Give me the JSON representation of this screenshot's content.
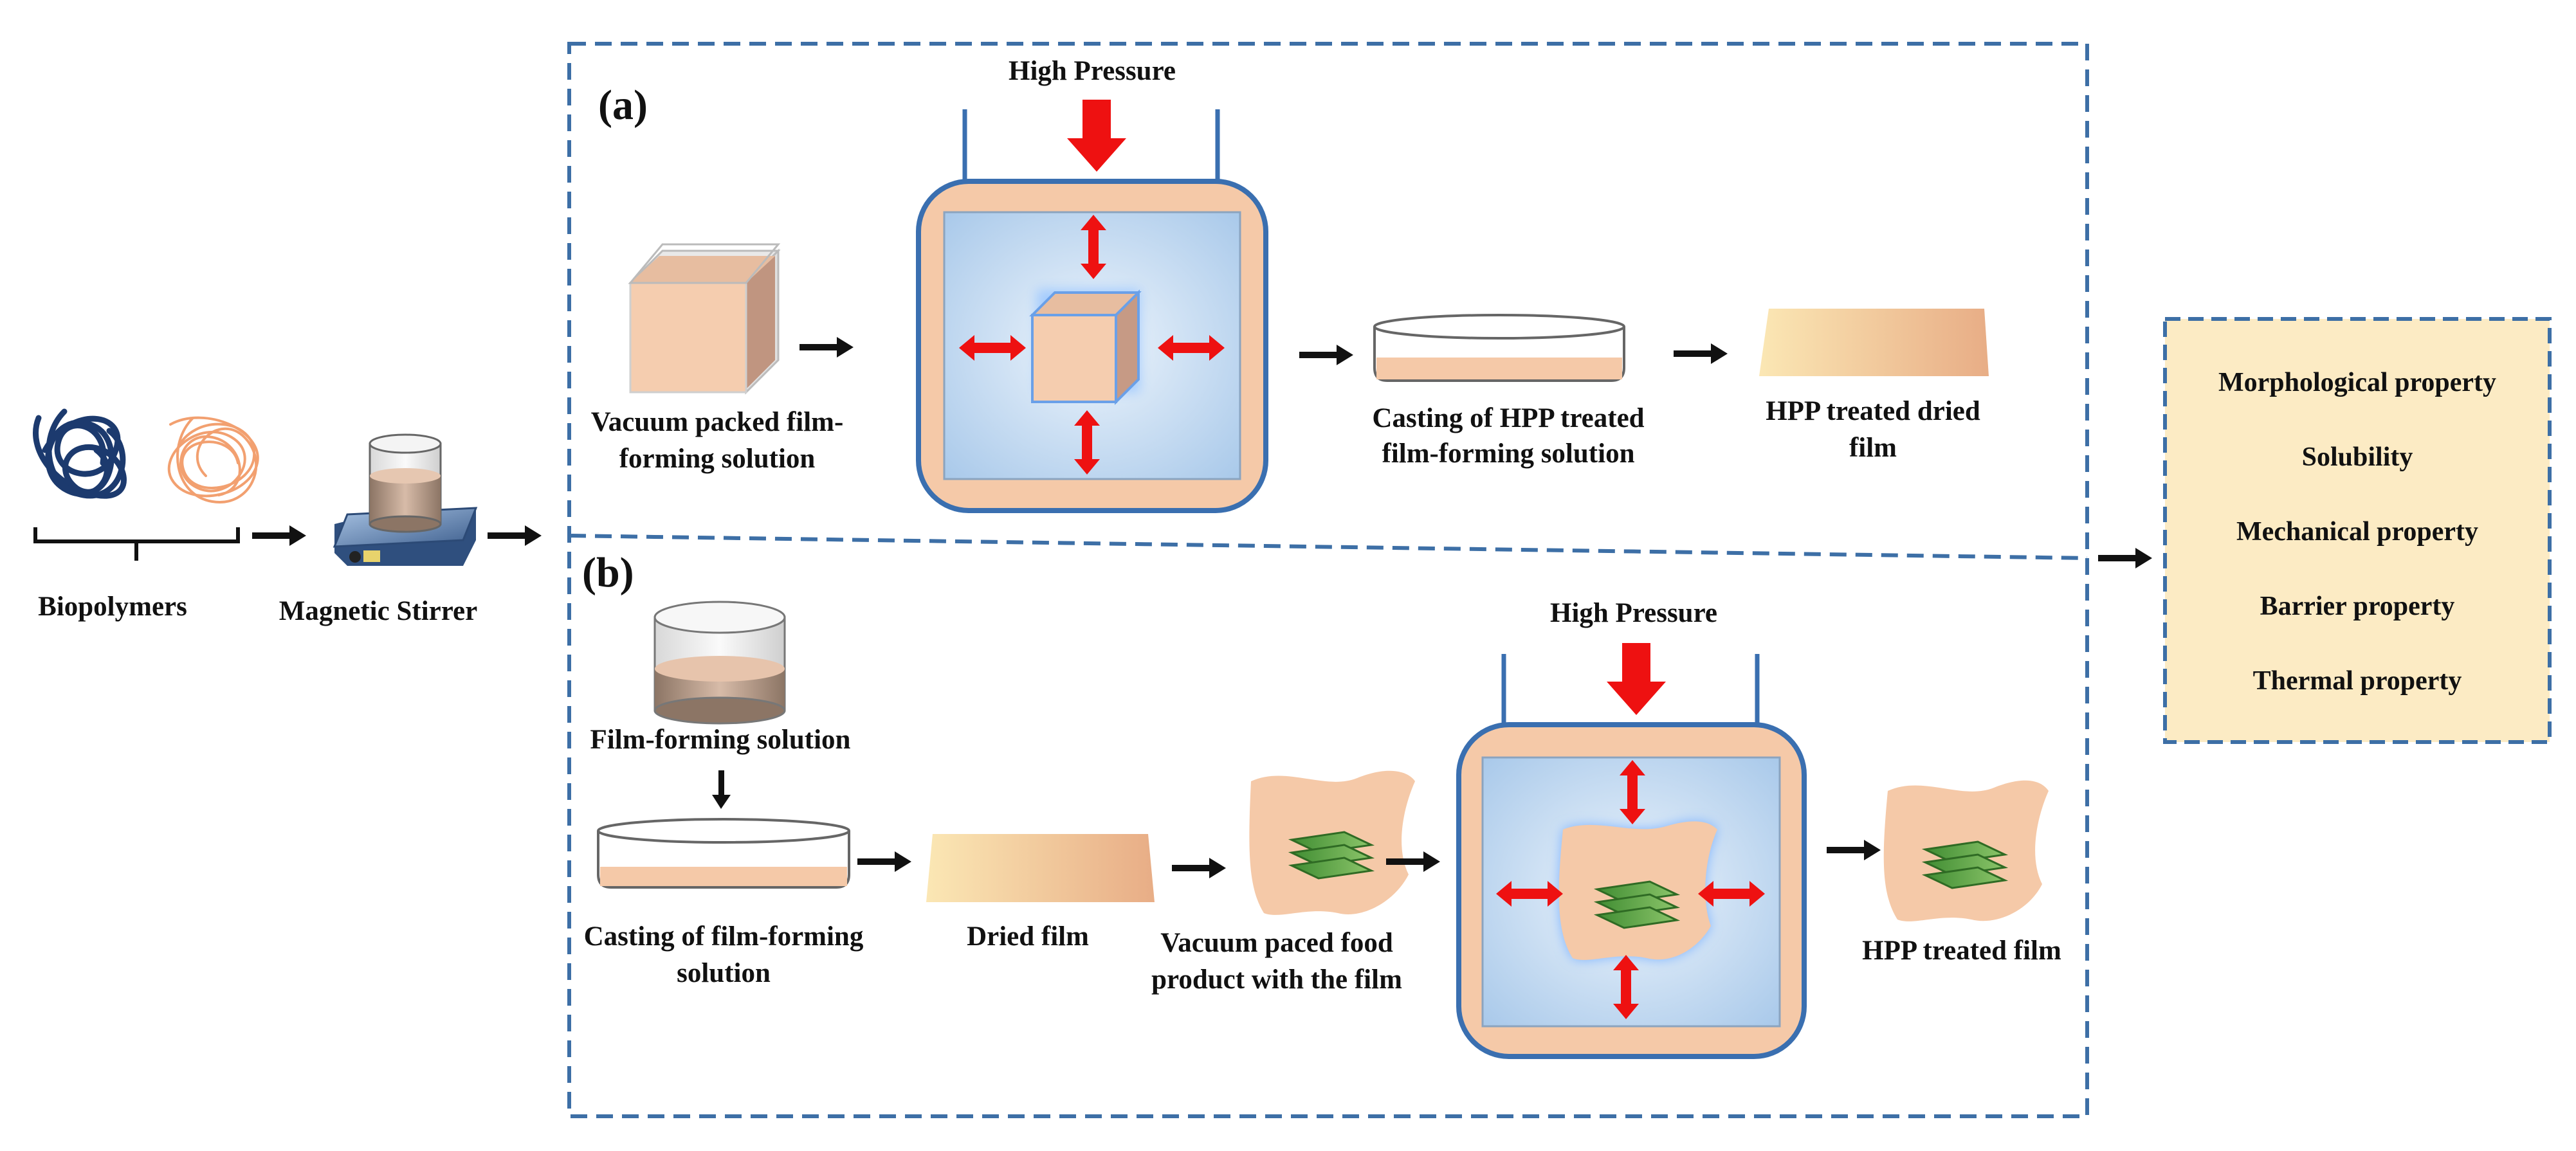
{
  "left": {
    "biopolymers": "Biopolymers",
    "magnetic_stirrer": "Magnetic Stirrer"
  },
  "panel_a": {
    "tag": "(a)",
    "high_pressure": "High Pressure",
    "vacuum_line1": "Vacuum packed film-",
    "vacuum_line2": "forming solution",
    "casting_line1": "Casting of HPP treated",
    "casting_line2": "film-forming solution",
    "dried_line1": "HPP treated  dried",
    "dried_line2": "film"
  },
  "panel_b": {
    "tag": "(b)",
    "film_forming": "Film-forming solution",
    "casting_line1": "Casting of film-forming",
    "casting_line2": "solution",
    "dried_film": "Dried film",
    "vacuum_line1": "Vacuum paced food",
    "vacuum_line2": "product with the film",
    "high_pressure": "High Pressure",
    "hpp_treated": "HPP treated film"
  },
  "properties": [
    "Morphological  property",
    "Solubility",
    "Mechanical property",
    "Barrier property",
    "Thermal property"
  ],
  "colors": {
    "dashed_border": "#3d6fa6",
    "pressure_arrow": "#ee1111",
    "vessel_fill": "#f5c9a8",
    "vessel_stroke": "#3a6fb0",
    "chamber_fill": "#bcd6ef",
    "film_fill": "#f3caa7",
    "property_box_fill": "#fcebc4",
    "leaf_green": "#4e9a3c",
    "biopolymer_dark": "#1c3a6e",
    "biopolymer_light": "#f2a070"
  }
}
